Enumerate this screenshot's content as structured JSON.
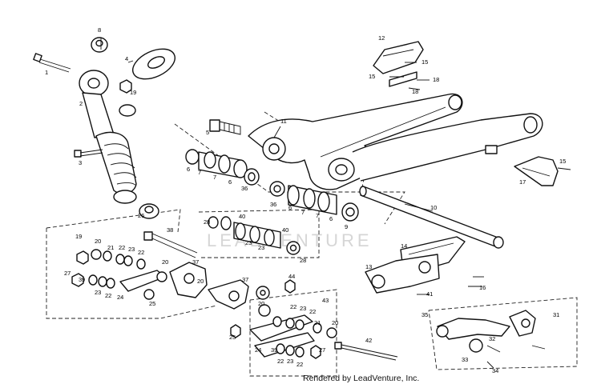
{
  "credit": "Rendered by LeadVenture, Inc.",
  "watermark": "LEADVENTURE",
  "colors": {
    "line": "#111111",
    "background": "#ffffff",
    "watermark": "#d6d6d6"
  },
  "callouts": [
    {
      "id": "c1",
      "text": "1"
    },
    {
      "id": "c2",
      "text": "2"
    },
    {
      "id": "c3",
      "text": "3"
    },
    {
      "id": "c4",
      "text": "4"
    },
    {
      "id": "c5",
      "text": "5"
    },
    {
      "id": "c6a",
      "text": "6"
    },
    {
      "id": "c7a",
      "text": "7"
    },
    {
      "id": "c7b",
      "text": "7"
    },
    {
      "id": "c6b",
      "text": "6"
    },
    {
      "id": "c36a",
      "text": "36"
    },
    {
      "id": "c8",
      "text": "8"
    },
    {
      "id": "c19a",
      "text": "19"
    },
    {
      "id": "c26",
      "text": "26"
    },
    {
      "id": "c11",
      "text": "11"
    },
    {
      "id": "c12",
      "text": "12"
    },
    {
      "id": "c15a",
      "text": "15"
    },
    {
      "id": "c15b",
      "text": "15"
    },
    {
      "id": "c18a",
      "text": "18"
    },
    {
      "id": "c18b",
      "text": "18"
    },
    {
      "id": "c15c",
      "text": "15"
    },
    {
      "id": "c17",
      "text": "17"
    },
    {
      "id": "c10",
      "text": "10"
    },
    {
      "id": "c36b",
      "text": "36"
    },
    {
      "id": "c6c",
      "text": "6"
    },
    {
      "id": "c7c",
      "text": "7"
    },
    {
      "id": "c7d",
      "text": "7"
    },
    {
      "id": "c6d",
      "text": "6"
    },
    {
      "id": "c9",
      "text": "9"
    },
    {
      "id": "c28a",
      "text": "28"
    },
    {
      "id": "c40a",
      "text": "40"
    },
    {
      "id": "c40b",
      "text": "40"
    },
    {
      "id": "c23a",
      "text": "23"
    },
    {
      "id": "c23b",
      "text": "23"
    },
    {
      "id": "c28b",
      "text": "28"
    },
    {
      "id": "c38",
      "text": "38"
    },
    {
      "id": "c19b",
      "text": "19"
    },
    {
      "id": "c20a",
      "text": "20"
    },
    {
      "id": "c21a",
      "text": "21"
    },
    {
      "id": "c22a",
      "text": "22"
    },
    {
      "id": "c23c",
      "text": "23"
    },
    {
      "id": "c22b",
      "text": "22"
    },
    {
      "id": "c27a",
      "text": "27"
    },
    {
      "id": "c39a",
      "text": "39"
    },
    {
      "id": "c23d",
      "text": "23"
    },
    {
      "id": "c22c",
      "text": "22"
    },
    {
      "id": "c24a",
      "text": "24"
    },
    {
      "id": "c25a",
      "text": "25"
    },
    {
      "id": "c20b",
      "text": "20"
    },
    {
      "id": "c37a",
      "text": "37"
    },
    {
      "id": "c20c",
      "text": "20"
    },
    {
      "id": "c37b",
      "text": "37"
    },
    {
      "id": "c44",
      "text": "44"
    },
    {
      "id": "c14",
      "text": "14"
    },
    {
      "id": "c13",
      "text": "13"
    },
    {
      "id": "c41",
      "text": "41"
    },
    {
      "id": "c16",
      "text": "16"
    },
    {
      "id": "c43",
      "text": "43"
    },
    {
      "id": "c22d",
      "text": "22"
    },
    {
      "id": "c23e",
      "text": "23"
    },
    {
      "id": "c22e",
      "text": "22"
    },
    {
      "id": "c21b",
      "text": "21"
    },
    {
      "id": "c20d",
      "text": "20"
    },
    {
      "id": "c20e",
      "text": "20"
    },
    {
      "id": "c25b",
      "text": "25"
    },
    {
      "id": "c24b",
      "text": "24"
    },
    {
      "id": "c39b",
      "text": "39"
    },
    {
      "id": "c22f",
      "text": "22"
    },
    {
      "id": "c23f",
      "text": "23"
    },
    {
      "id": "c22g",
      "text": "22"
    },
    {
      "id": "c27b",
      "text": "27"
    },
    {
      "id": "c42",
      "text": "42"
    },
    {
      "id": "c35",
      "text": "35"
    },
    {
      "id": "c31",
      "text": "31"
    },
    {
      "id": "c32",
      "text": "32"
    },
    {
      "id": "c33",
      "text": "33"
    },
    {
      "id": "c34",
      "text": "34"
    }
  ]
}
